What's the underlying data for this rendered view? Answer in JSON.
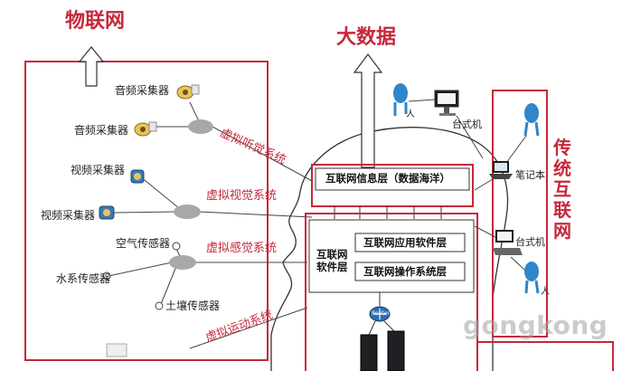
{
  "titles": {
    "iot": "物联网",
    "bigdata": "大数据",
    "traditional_internet": "传统互联网"
  },
  "iot_devices": {
    "audio_1": "音频采集器",
    "audio_2": "音频采集器",
    "video_1": "视频采集器",
    "video_2": "视频采集器",
    "air": "空气传感器",
    "water": "水系传感器",
    "soil": "土壤传感器"
  },
  "virtual_systems": {
    "hearing": "虚拟听觉系统",
    "vision": "虚拟视觉系统",
    "sensing": "虚拟感觉系统",
    "motion": "虚拟运动系统"
  },
  "layers": {
    "info_layer": "互联网信息层（数据海洋）",
    "software_layer": "互联网软件层",
    "app_layer": "互联网应用软件层",
    "os_layer": "互联网操作系统层"
  },
  "traditional_devices": {
    "person_top": "人",
    "desktop_top": "台式机",
    "laptop": "笔记本",
    "desktop_bottom": "台式机",
    "person_bottom": "人"
  },
  "router_label": "Router",
  "watermark": "gongkong",
  "colors": {
    "accent_red": "#c6283a",
    "node_gray": "#a8a8a8",
    "person_blue": "#2f86c8"
  }
}
